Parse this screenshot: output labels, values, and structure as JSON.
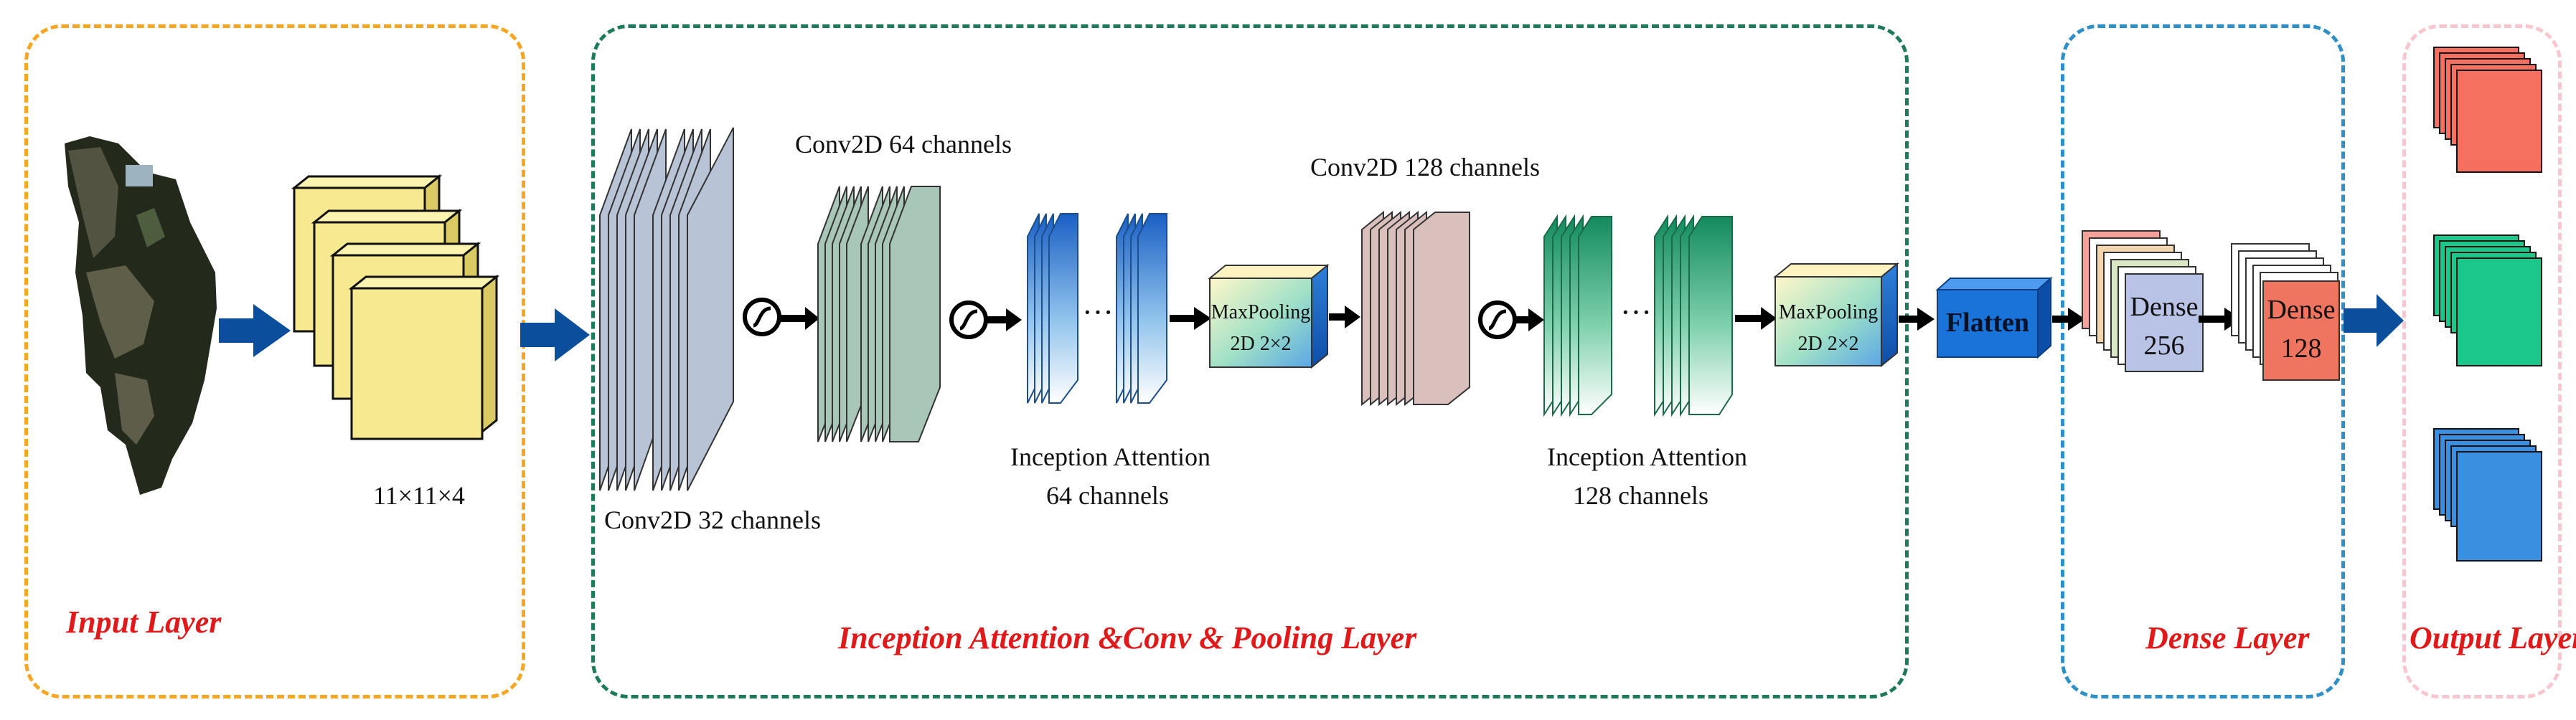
{
  "sections": {
    "input": "Input Layer",
    "inception": "Inception Attention &Conv & Pooling Layer",
    "dense": "Dense Layer",
    "output": "Output Layer"
  },
  "labels": {
    "input_shape": "11×11×4",
    "conv32": "Conv2D 32 channels",
    "conv64": "Conv2D 64 channels",
    "conv128": "Conv2D 128 channels",
    "inception64_line1": "Inception Attention",
    "inception64_line2": "64 channels",
    "inception128_line1": "Inception Attention",
    "inception128_line2": "128 channels",
    "ellipsis": "···",
    "maxpool_line1": "MaxPooling",
    "maxpool_line2": "2D 2×2",
    "flatten": "Flatten",
    "dense1_line1": "Dense",
    "dense1_line2": "256",
    "dense2_line1": "Dense",
    "dense2_line2": "128"
  },
  "colors": {
    "input_border": "#f5a623",
    "inception_border": "#1f7a5a",
    "dense_border": "#2f8fc7",
    "output_border": "#f7c6cf",
    "section_title": "#e01a1a",
    "arrow_blue": "#0b4f9c",
    "arrow_black": "#000000",
    "yellow_block": "#f6e98f",
    "conv32": "#b8c3d6",
    "conv64": "#a8c7b8",
    "conv128": "#d9c0bc",
    "flatten": "#1a73d9",
    "dense256": "#b8c3e6",
    "dense128": "#f07561",
    "out_red": "#f6705f",
    "out_green": "#1bc78a",
    "out_blue": "#3a8fe0"
  },
  "icons": [
    "activation-icon",
    "satellite-image"
  ]
}
